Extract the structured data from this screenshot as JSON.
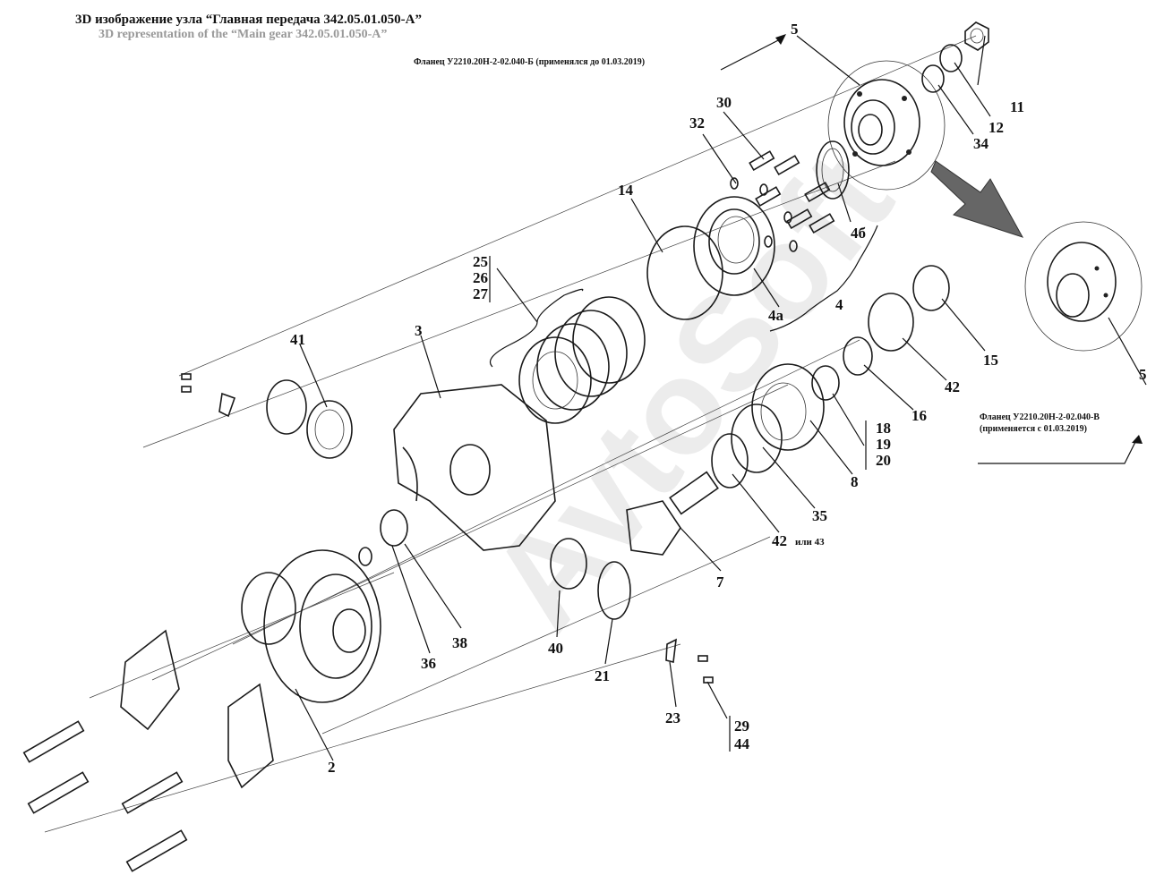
{
  "header": {
    "title_ru": "3D изображение узла “Главная передача 342.05.01.050-А”",
    "title_en": "3D representation of the “Main gear 342.05.01.050-A”"
  },
  "notes": {
    "flange_old": "Фланец У2210.20Н-2-02.040-Б (применялся до  01.03.2019)",
    "flange_new_line1": "Фланец У2210.20Н-2-02.040-В",
    "flange_new_line2": "(применяется с  01.03.2019)"
  },
  "watermark": "AvtoSoft",
  "callouts": {
    "c5_top": "5",
    "c5_right": "5",
    "c11": "11",
    "c12": "12",
    "c34": "34",
    "c30": "30",
    "c32": "32",
    "c14": "14",
    "c4b": "4б",
    "c4a": "4а",
    "c4": "4",
    "c25": "25",
    "c26": "26",
    "c27": "27",
    "c15": "15",
    "c42_upper": "42",
    "c16": "16",
    "c18": "18",
    "c19": "19",
    "c20": "20",
    "c8": "8",
    "c35": "35",
    "c42_lower": "42",
    "c42_or": "или 43",
    "c7": "7",
    "c3": "3",
    "c41": "41",
    "c40": "40",
    "c21": "21",
    "c36": "36",
    "c38": "38",
    "c2": "2",
    "c23": "23",
    "c29": "29",
    "c44": "44"
  },
  "icons": [
    "arrow-icon"
  ]
}
